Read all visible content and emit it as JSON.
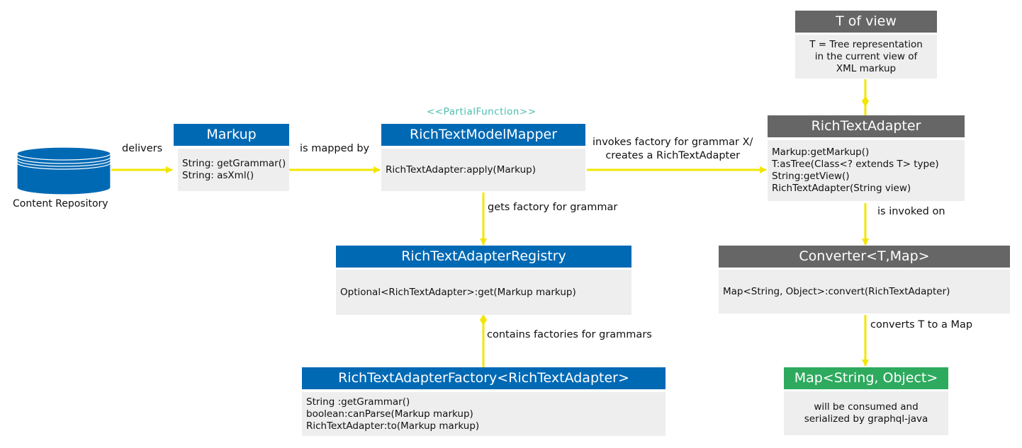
{
  "repository": {
    "label": "Content Repository"
  },
  "markup": {
    "title": "Markup",
    "methods": [
      "String: getGrammar()",
      "String: asXml()"
    ]
  },
  "mapper": {
    "stereotype": "<<PartialFunction>>",
    "title": "RichTextModelMapper",
    "methods": [
      "RichTextAdapter:apply(Markup)"
    ]
  },
  "registry": {
    "title": "RichTextAdapterRegistry",
    "methods": [
      "Optional<RichTextAdapter>:get(Markup markup)"
    ]
  },
  "factory": {
    "title": "RichTextAdapterFactory<RichTextAdapter>",
    "methods": [
      "String :getGrammar()",
      "boolean:canParse(Markup markup)",
      "RichTextAdapter:to(Markup markup)"
    ]
  },
  "t_of_view": {
    "title": "T of view",
    "lines": [
      "T = Tree representation",
      "in the current view of",
      "XML markup"
    ]
  },
  "adapter": {
    "title": "RichTextAdapter",
    "methods": [
      "Markup:getMarkup()",
      "T:asTree(Class<? extends T> type)",
      "String:getView()",
      "RichTextAdapter(String view)"
    ]
  },
  "converter": {
    "title": "Converter<T,Map>",
    "methods": [
      "Map<String, Object>:convert(RichTextAdapter)"
    ]
  },
  "map_result": {
    "title": "Map<String, Object>",
    "lines": [
      "will be consumed and",
      "serialized by graphql-java"
    ]
  },
  "edges": {
    "delivers": "delivers",
    "mapped_by": "is mapped by",
    "invokes_factory": [
      "invokes factory for grammar X/",
      "creates a RichTextAdapter"
    ],
    "gets_factory": "gets factory for grammar",
    "contains_factories": "contains factories for grammars",
    "invoked_on": "is invoked on",
    "converts": "converts T to a Map"
  },
  "colors": {
    "class_header": "#0069b4",
    "interface_header": "#666666",
    "result_header": "#2eaa5e",
    "body": "#eeeeee",
    "connector": "#f2e600",
    "stereotype": "#4dbdb0"
  }
}
